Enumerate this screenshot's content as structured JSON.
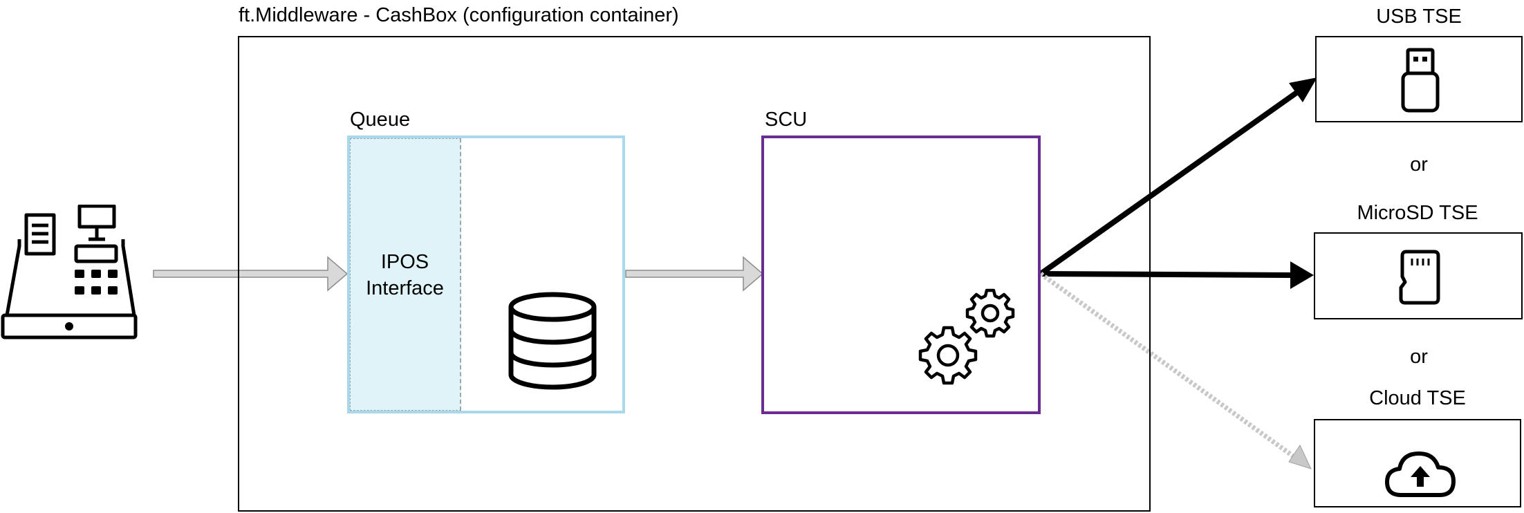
{
  "cashbox": {
    "title": "ft.Middleware - CashBox (configuration container)"
  },
  "queue": {
    "label": "Queue",
    "interface_label_line1": "IPOS",
    "interface_label_line2": "Interface",
    "icon": "database-icon"
  },
  "scu": {
    "label": "SCU",
    "icon": "gears-icon"
  },
  "pos": {
    "icon": "cash-register-icon"
  },
  "tse": {
    "usb": {
      "label": "USB TSE",
      "icon": "usb-stick-icon"
    },
    "microsd": {
      "label": "MicroSD TSE",
      "icon": "microsd-card-icon"
    },
    "cloud": {
      "label": "Cloud TSE",
      "icon": "cloud-upload-icon"
    },
    "separator_1": "or",
    "separator_2": "or"
  },
  "colors": {
    "queue_border": "#a8d8ea",
    "queue_interface_fill": "#dff3f8",
    "scu_border": "#6a2c91",
    "flow_arrow_fill": "#d9d9d9",
    "flow_arrow_stroke": "#8c8c8c",
    "active_connection": "#000000",
    "inactive_connection": "#c8c8c8"
  }
}
